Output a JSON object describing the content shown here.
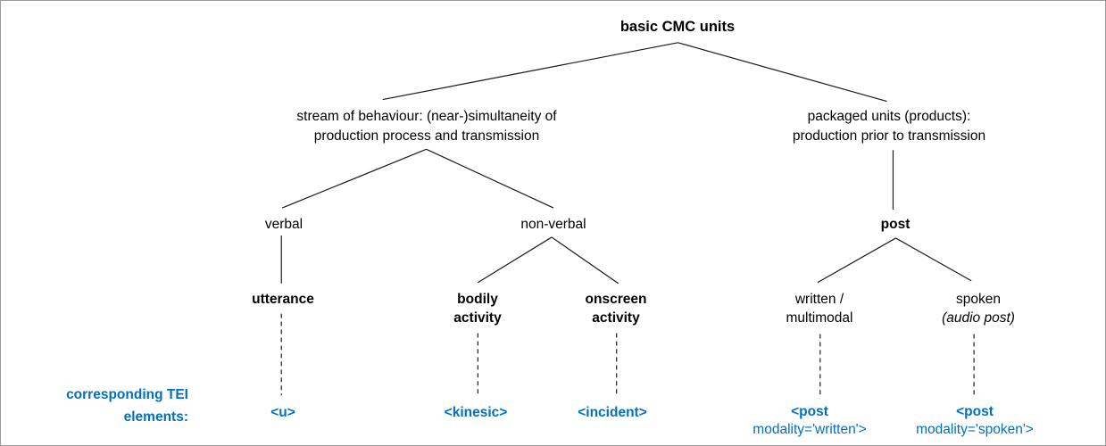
{
  "diagram": {
    "title": "basic CMC units",
    "stream_branch": {
      "line1": "stream of behaviour: (near-)simultaneity of",
      "line2": "production process and transmission"
    },
    "packaged_branch": {
      "line1": "packaged units (products):",
      "line2": "production prior to transmission"
    },
    "verbal": "verbal",
    "non_verbal": "non-verbal",
    "post": "post",
    "utterance": "utterance",
    "bodily_activity": {
      "line1": "bodily",
      "line2": "activity"
    },
    "onscreen_activity": {
      "line1": "onscreen",
      "line2": "activity"
    },
    "written_multimodal": {
      "line1": "written /",
      "line2": "multimodal"
    },
    "spoken": {
      "line1": "spoken",
      "line2_italic": "(audio post)"
    },
    "tei": {
      "caption_line1": "corresponding TEI",
      "caption_line2": "elements:",
      "u": "<u>",
      "kinesic": "<kinesic>",
      "incident": "<incident>",
      "post_written": {
        "line1": "<post",
        "line2": "modality='written'>"
      },
      "post_spoken": {
        "line1": "<post",
        "line2": "modality='spoken'>"
      }
    },
    "colors": {
      "accent_blue": "#0070C0",
      "line_black": "#1a1a1a",
      "border_gray": "#9a9a9a"
    }
  }
}
